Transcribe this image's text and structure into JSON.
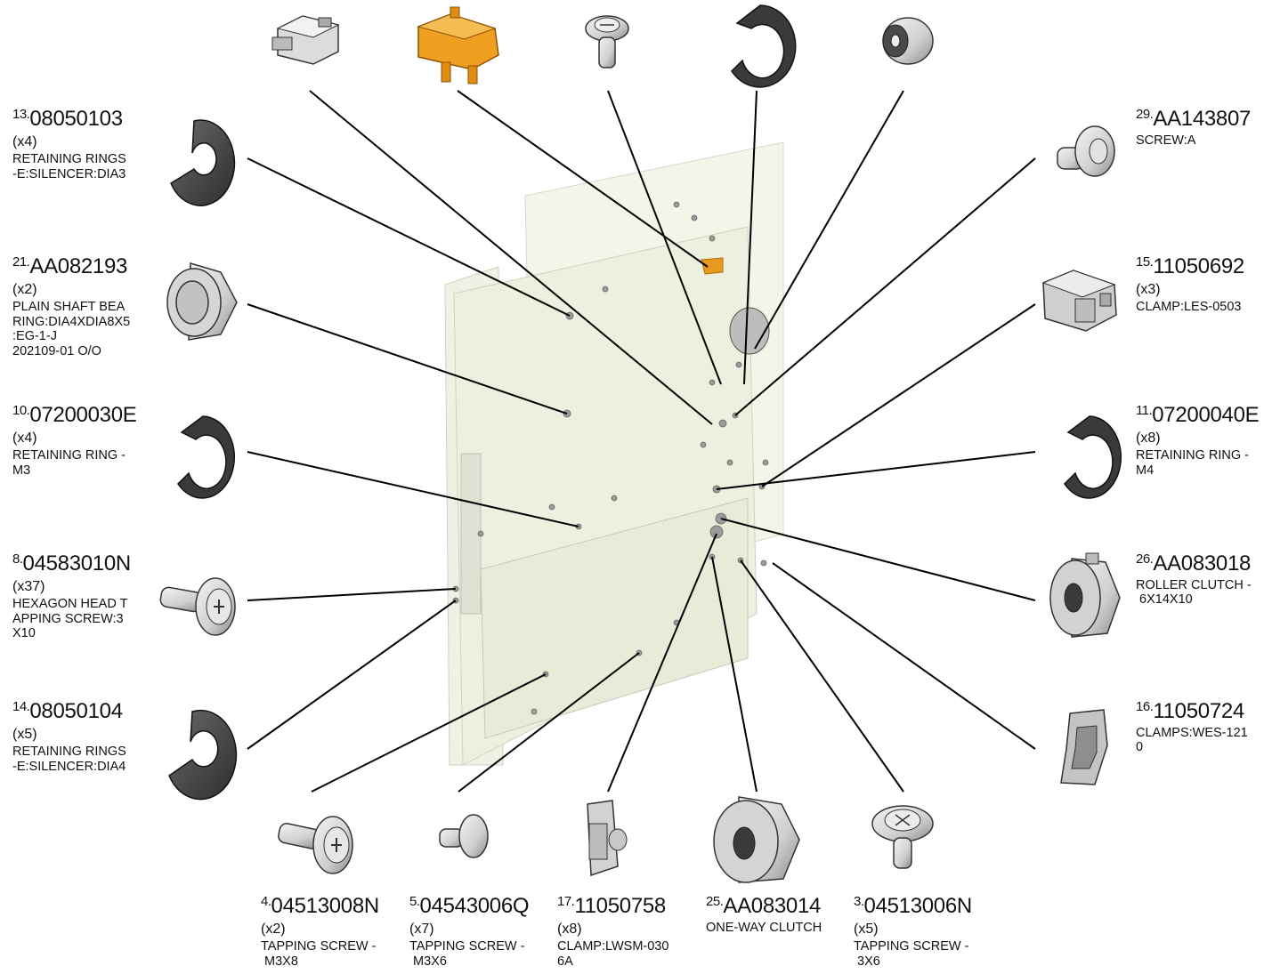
{
  "parts": [
    {
      "index": "13.",
      "part_number": "08050103",
      "qty": "(x4)",
      "description": [
        "RETAINING RINGS",
        "-E:SILENCER:DIA3"
      ]
    },
    {
      "index": "21.",
      "part_number": "AA082193",
      "qty": "(x2)",
      "description": [
        "PLAIN SHAFT BEA",
        "RING:DIA4XDIA8X5",
        ":EG-1-J",
        "202109-01 O/O"
      ]
    },
    {
      "index": "10.",
      "part_number": "07200030E",
      "qty": "(x4)",
      "description": [
        "RETAINING RING -",
        "M3"
      ]
    },
    {
      "index": "8.",
      "part_number": "04583010N",
      "qty": "(x37)",
      "description": [
        "HEXAGON HEAD T",
        "APPING SCREW:3",
        "X10"
      ]
    },
    {
      "index": "14.",
      "part_number": "08050104",
      "qty": "(x5)",
      "description": [
        "RETAINING RINGS",
        "-E:SILENCER:DIA4"
      ]
    },
    {
      "index": "29.",
      "part_number": "AA143807",
      "qty": "",
      "description": [
        "SCREW:A"
      ]
    },
    {
      "index": "15.",
      "part_number": "11050692",
      "qty": "(x3)",
      "description": [
        "CLAMP:LES-0503"
      ]
    },
    {
      "index": "11.",
      "part_number": "07200040E",
      "qty": "(x8)",
      "description": [
        "RETAINING RING -",
        "M4"
      ]
    },
    {
      "index": "26.",
      "part_number": "AA083018",
      "qty": "",
      "description": [
        "ROLLER CLUTCH -",
        " 6X14X10"
      ]
    },
    {
      "index": "16.",
      "part_number": "11050724",
      "qty": "",
      "description": [
        "CLAMPS:WES-121",
        "0"
      ]
    },
    {
      "index": "4.",
      "part_number": "04513008N",
      "qty": "(x2)",
      "description": [
        "TAPPING SCREW -",
        " M3X8"
      ]
    },
    {
      "index": "5.",
      "part_number": "04543006Q",
      "qty": "(x7)",
      "description": [
        "TAPPING SCREW -",
        " M3X6"
      ]
    },
    {
      "index": "17.",
      "part_number": "11050758",
      "qty": "(x8)",
      "description": [
        "CLAMP:LWSM-030",
        "6A"
      ]
    },
    {
      "index": "25.",
      "part_number": "AA083014",
      "qty": "",
      "description": [
        "ONE-WAY CLUTCH"
      ]
    },
    {
      "index": "3.",
      "part_number": "04513006N",
      "qty": "(x5)",
      "description": [
        "TAPPING SCREW -",
        " 3X6"
      ]
    }
  ],
  "colors": {
    "line": "#000000",
    "panel_fill": "#f2f3e4",
    "part_light": "#e6e6e6",
    "part_dark": "#4a4a4a",
    "highlight_part": "#f0a020"
  },
  "icons": [
    "switch-block-icon",
    "orange-bracket-icon",
    "hex-screw-icon",
    "e-ring-icon",
    "bushing-icon",
    "e-ring-silencer-icon",
    "plain-bearing-icon",
    "hex-tapping-screw-icon",
    "clamp-icon",
    "roller-clutch-icon",
    "cable-clamp-icon",
    "one-way-clutch-icon"
  ]
}
